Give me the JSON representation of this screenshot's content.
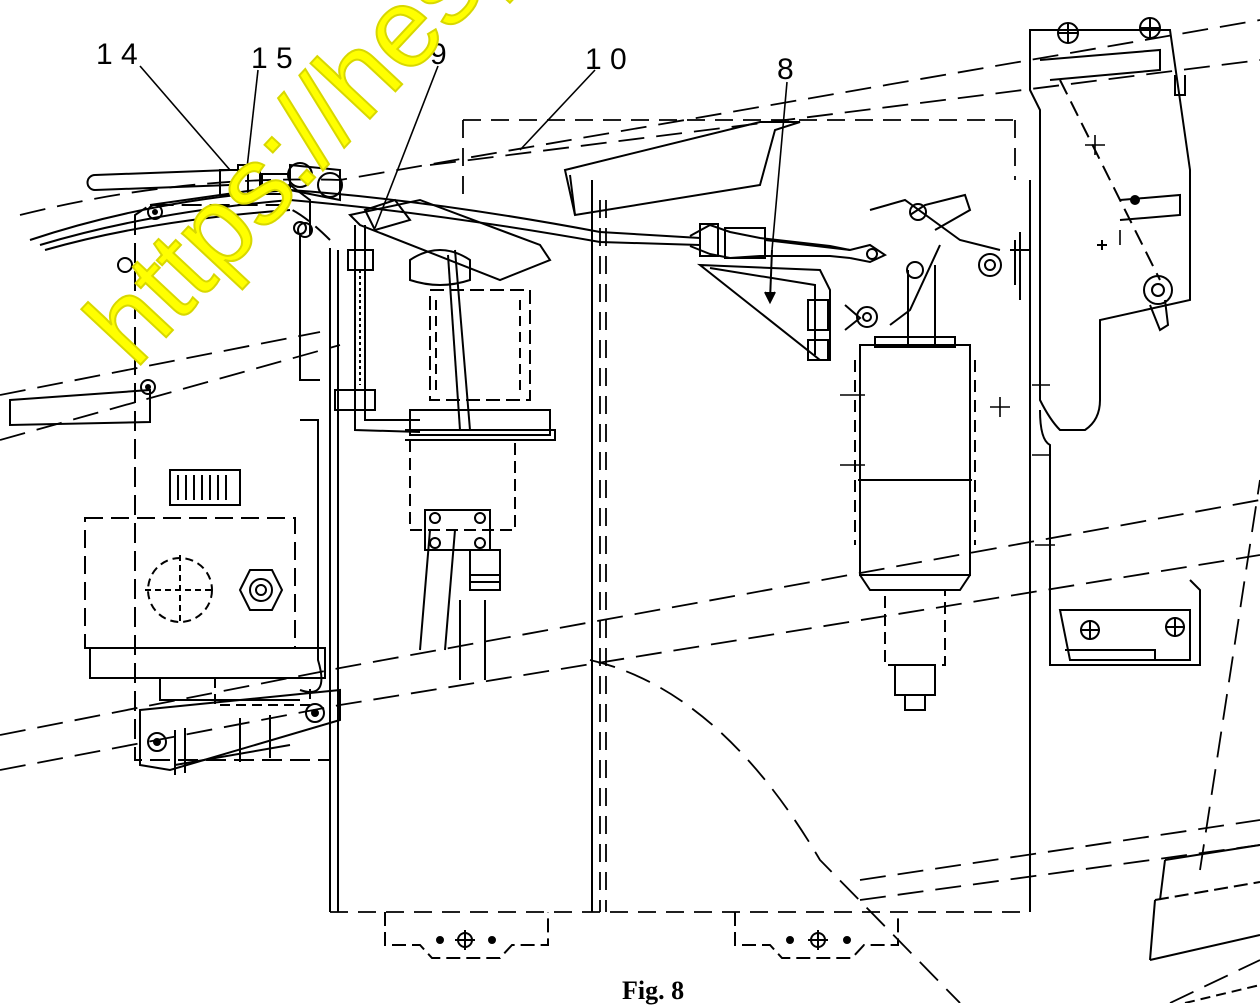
{
  "callouts": {
    "c14": "1 4",
    "c15": "1 5",
    "c9": "9",
    "c10": "1 0",
    "c8": "8"
  },
  "caption": "Fig. 8",
  "watermark": "https://hespare",
  "colors": {
    "line": "#000000",
    "watermark": "#ffff00",
    "background": "#ffffff"
  }
}
